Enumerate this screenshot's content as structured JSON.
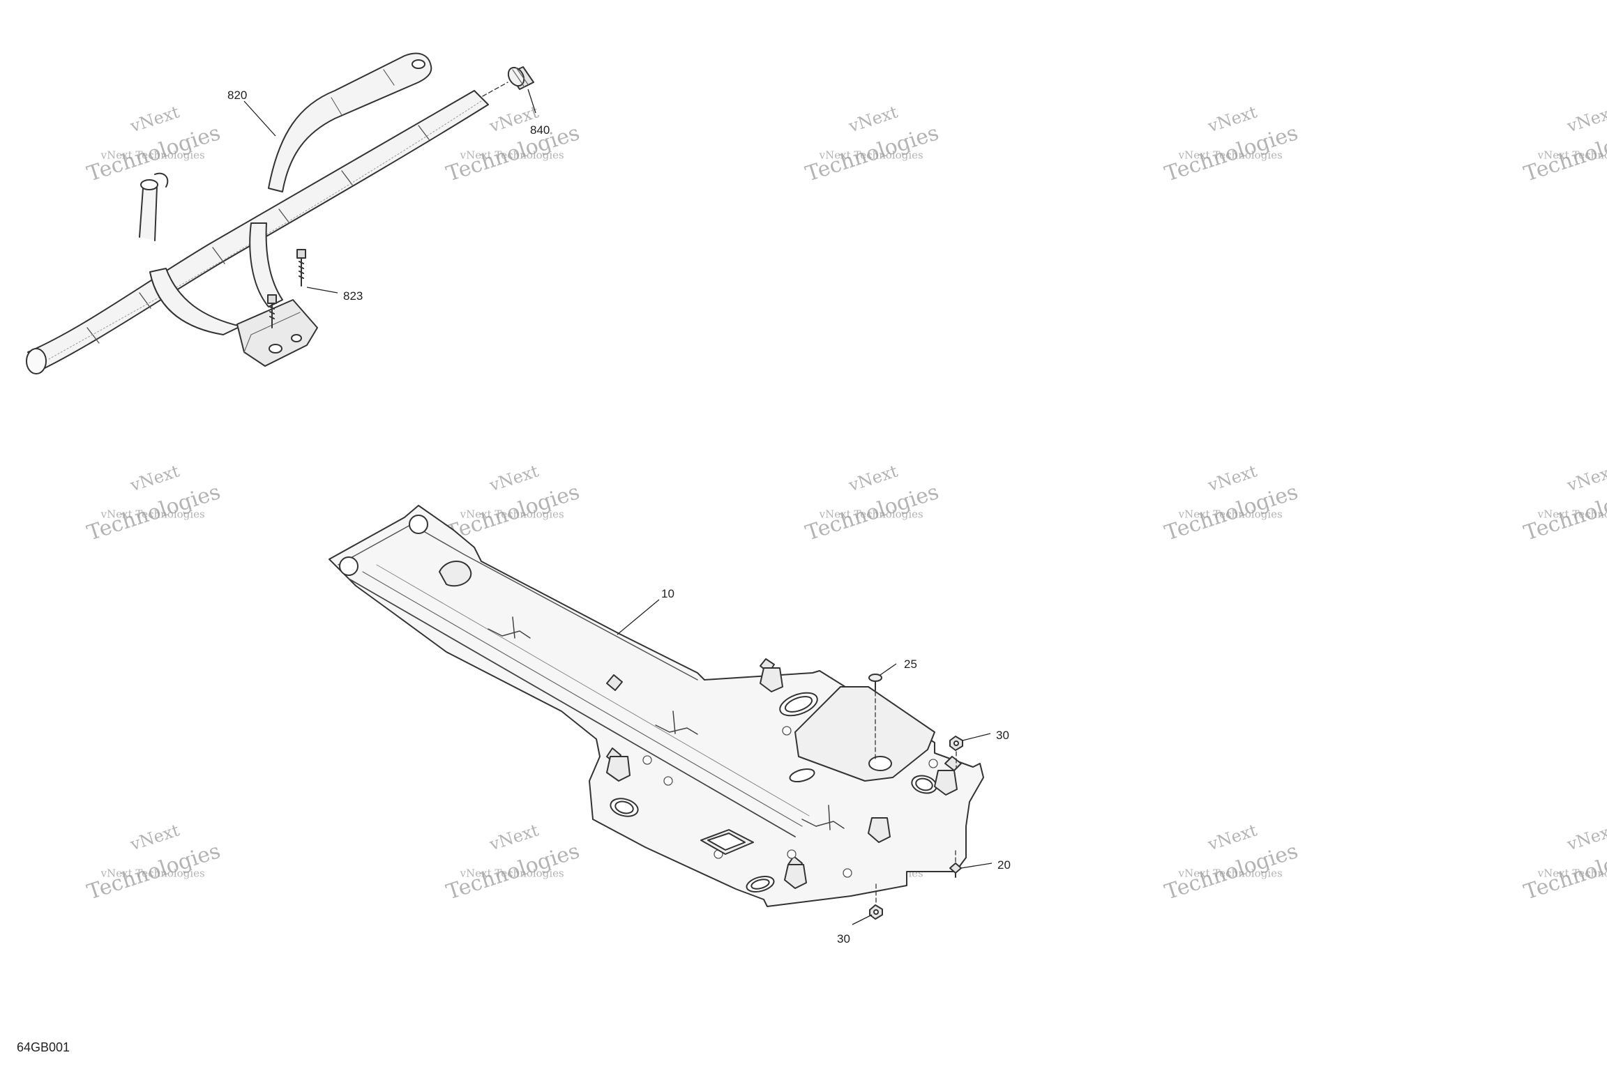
{
  "drawing_ref": "64GB001",
  "watermark": {
    "line1": "vNext Technologies",
    "line2": "Technologies",
    "line3": "vNext"
  },
  "callouts": {
    "p820": "820",
    "p840": "840",
    "p823": "823",
    "p10": "10",
    "p25": "25",
    "p30a": "30",
    "p20": "20",
    "p30b": "30"
  }
}
